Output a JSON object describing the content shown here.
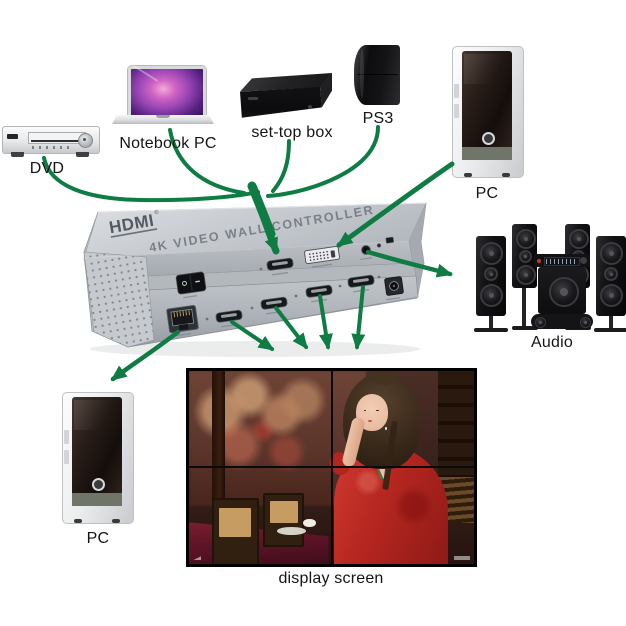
{
  "controller": {
    "logo_text": "HDMI",
    "logo_reg": "®",
    "title": "4K VIDEO WALL CONTROLLER"
  },
  "devices": {
    "dvd": {
      "label": "DVD"
    },
    "notebook_pc": {
      "label": "Notebook PC"
    },
    "set_top_box": {
      "label": "set-top box"
    },
    "ps3": {
      "label": "PS3"
    },
    "pc_top": {
      "label": "PC"
    },
    "audio": {
      "label": "Audio"
    },
    "pc_bottom": {
      "label": "PC"
    },
    "display_screen": {
      "label": "display screen"
    }
  },
  "colors": {
    "arrow_green": "#0e7c43",
    "device_silver": "#c6cad0"
  }
}
